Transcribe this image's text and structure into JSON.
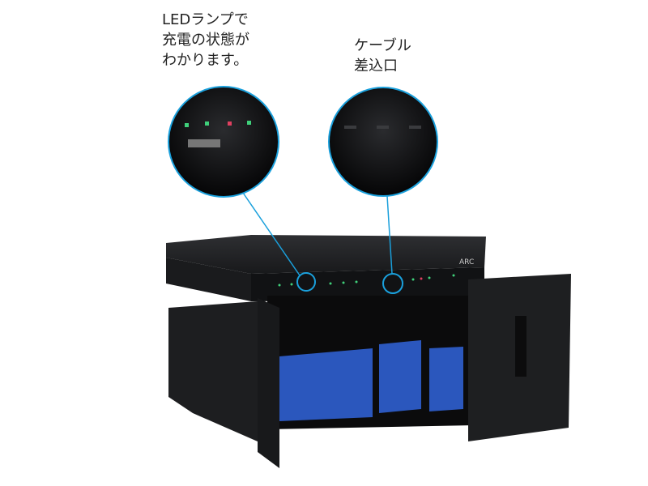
{
  "callouts": [
    {
      "text": "LEDランプで\n充電の状態が\nわかります。"
    },
    {
      "text": "ケーブル\n差込口"
    }
  ],
  "product": {
    "logo": "ARC"
  },
  "colors": {
    "callout_line": "#1aa0dc",
    "cabinet": "#1f2022",
    "tablet_blue": "#2f5fd0",
    "led_green": "#3fd07a",
    "led_red": "#e04060"
  }
}
